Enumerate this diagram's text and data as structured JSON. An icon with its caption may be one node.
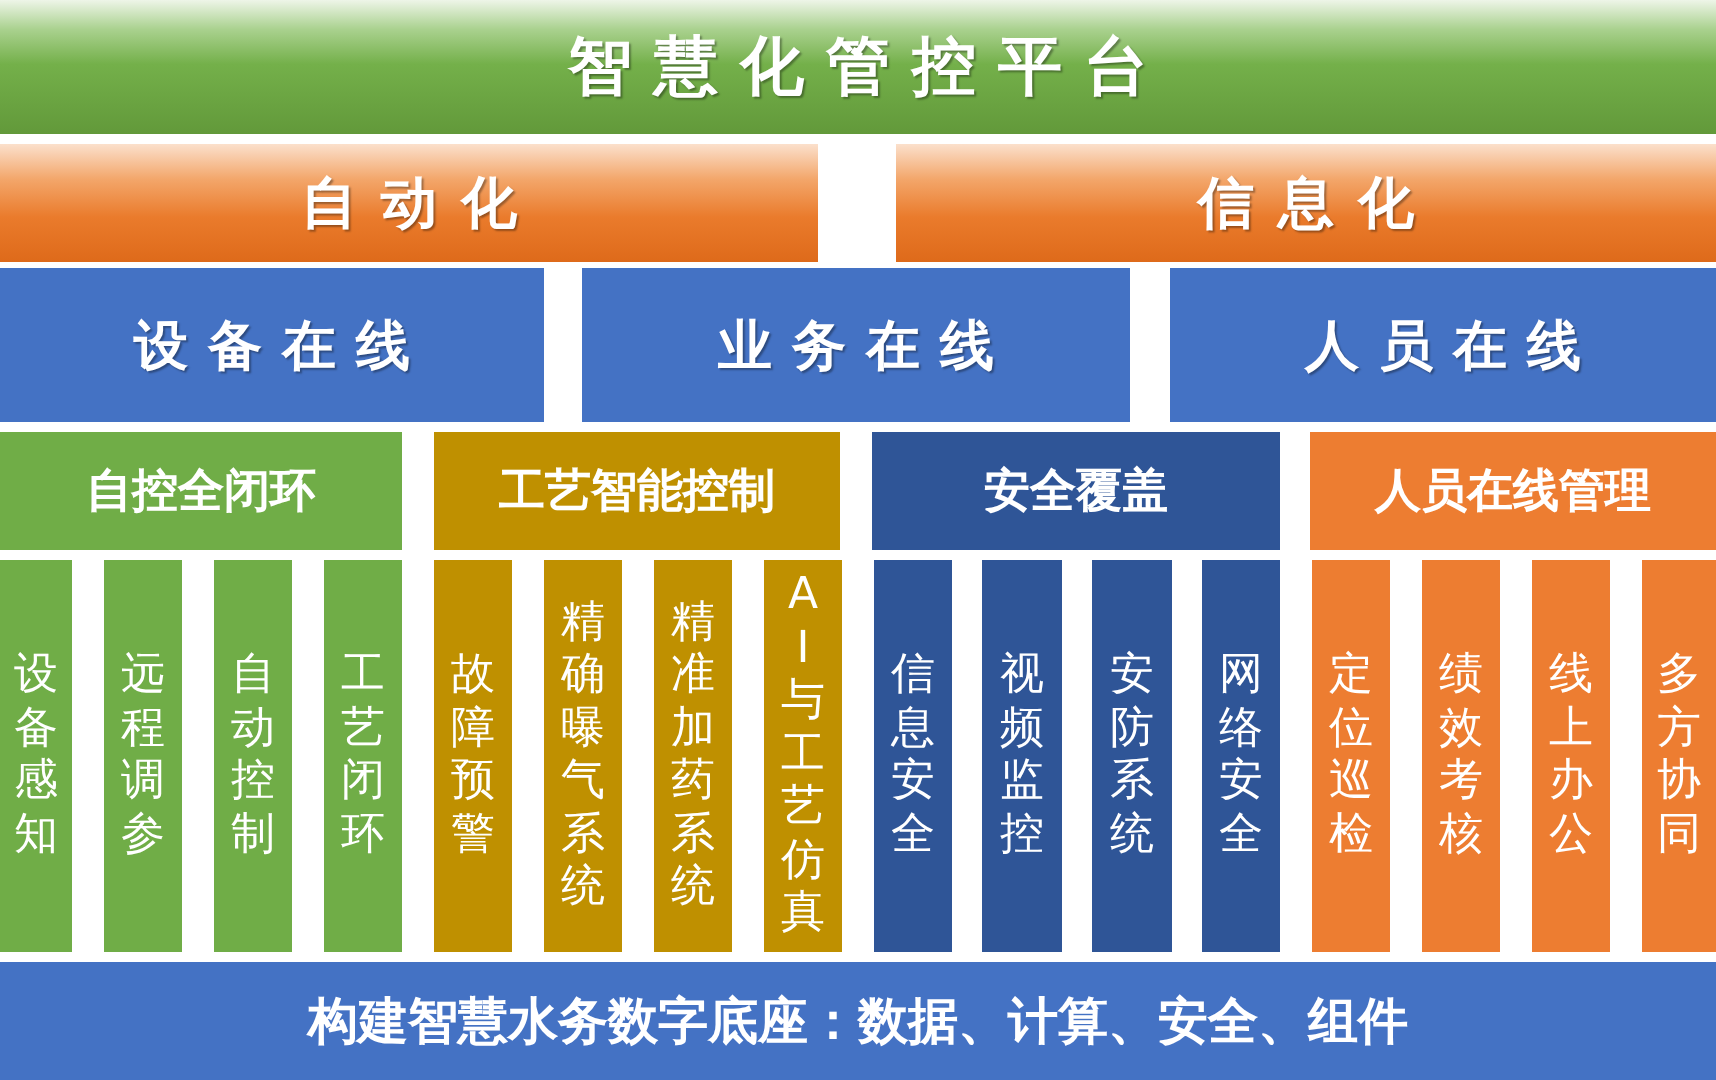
{
  "diagram": {
    "nodes": [
      {
        "text": [
          "智慧化管控平台"
        ]
      },
      {
        "text": [
          "自动化"
        ]
      },
      {
        "text": [
          "信息化"
        ]
      },
      {
        "text": [
          "设备在线"
        ]
      },
      {
        "text": [
          "业务在线"
        ]
      },
      {
        "text": [
          "人员在线"
        ]
      },
      {
        "text": [
          "自控全闭环"
        ]
      },
      {
        "text": [
          "工艺智能控制"
        ]
      },
      {
        "text": [
          "安全覆盖"
        ]
      },
      {
        "text": [
          "人员在线管理"
        ]
      },
      {
        "text": [
          "设备感知"
        ]
      },
      {
        "text": [
          "远程调参"
        ]
      },
      {
        "text": [
          "自动控制"
        ]
      },
      {
        "text": [
          "工艺闭环"
        ]
      },
      {
        "text": [
          "故障预警"
        ]
      },
      {
        "text": [
          "精确曝气系统"
        ]
      },
      {
        "text": [
          "精准加药系统"
        ]
      },
      {
        "text": [
          "AI与工艺仿真"
        ]
      },
      {
        "text": [
          "信息安全"
        ]
      },
      {
        "text": [
          "视频监控"
        ]
      },
      {
        "text": [
          "安防系统"
        ]
      },
      {
        "text": [
          "网络安全"
        ]
      },
      {
        "text": [
          "定位巡检"
        ]
      },
      {
        "text": [
          "绩效考核"
        ]
      },
      {
        "text": [
          "线上办公"
        ]
      },
      {
        "text": [
          "多方协同"
        ]
      },
      {
        "text": [
          "构建智慧水务数字底座：数据、计算、安全、组件"
        ]
      }
    ]
  }
}
